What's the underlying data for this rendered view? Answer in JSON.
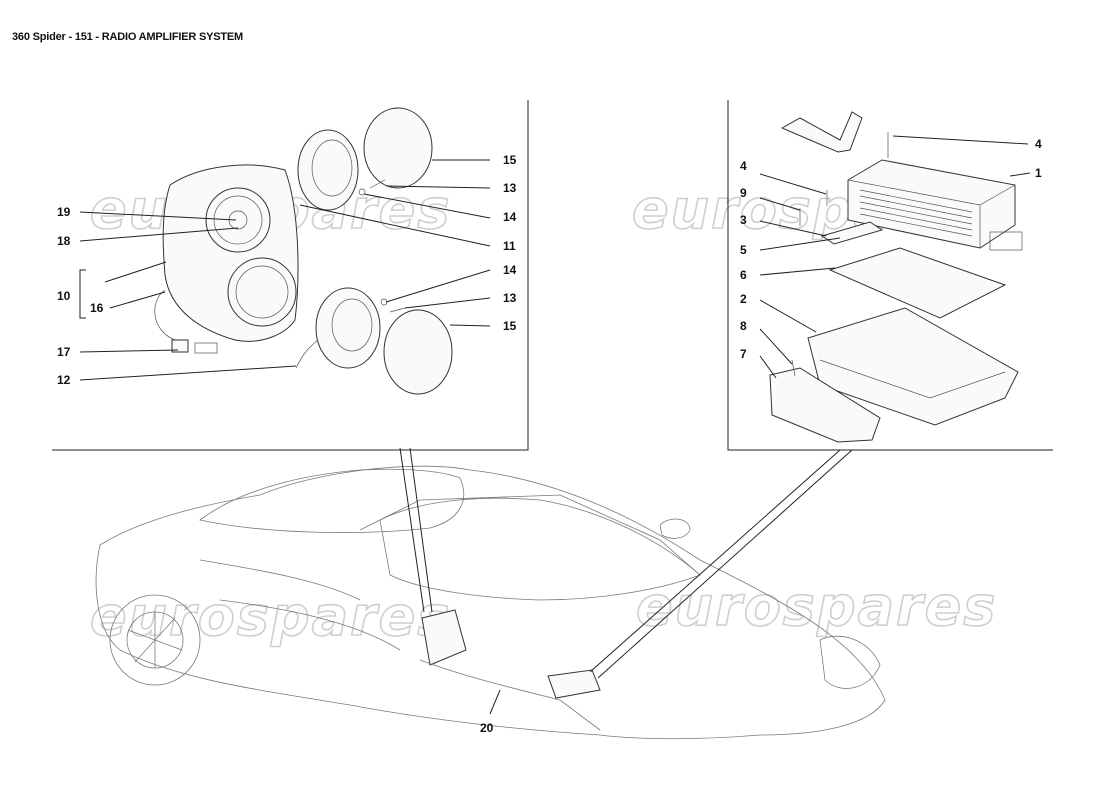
{
  "title": "360 Spider - 151 - RADIO AMPLIFIER SYSTEM",
  "watermark": "eurospares",
  "left_panel": {
    "callouts": [
      "15",
      "13",
      "14",
      "11",
      "14",
      "13",
      "15",
      "19",
      "18",
      "10",
      "16",
      "17",
      "12"
    ]
  },
  "right_panel": {
    "callouts": [
      "4",
      "1",
      "4",
      "9",
      "3",
      "5",
      "6",
      "2",
      "8",
      "7"
    ]
  },
  "car_view": {
    "callouts": [
      "20"
    ]
  }
}
